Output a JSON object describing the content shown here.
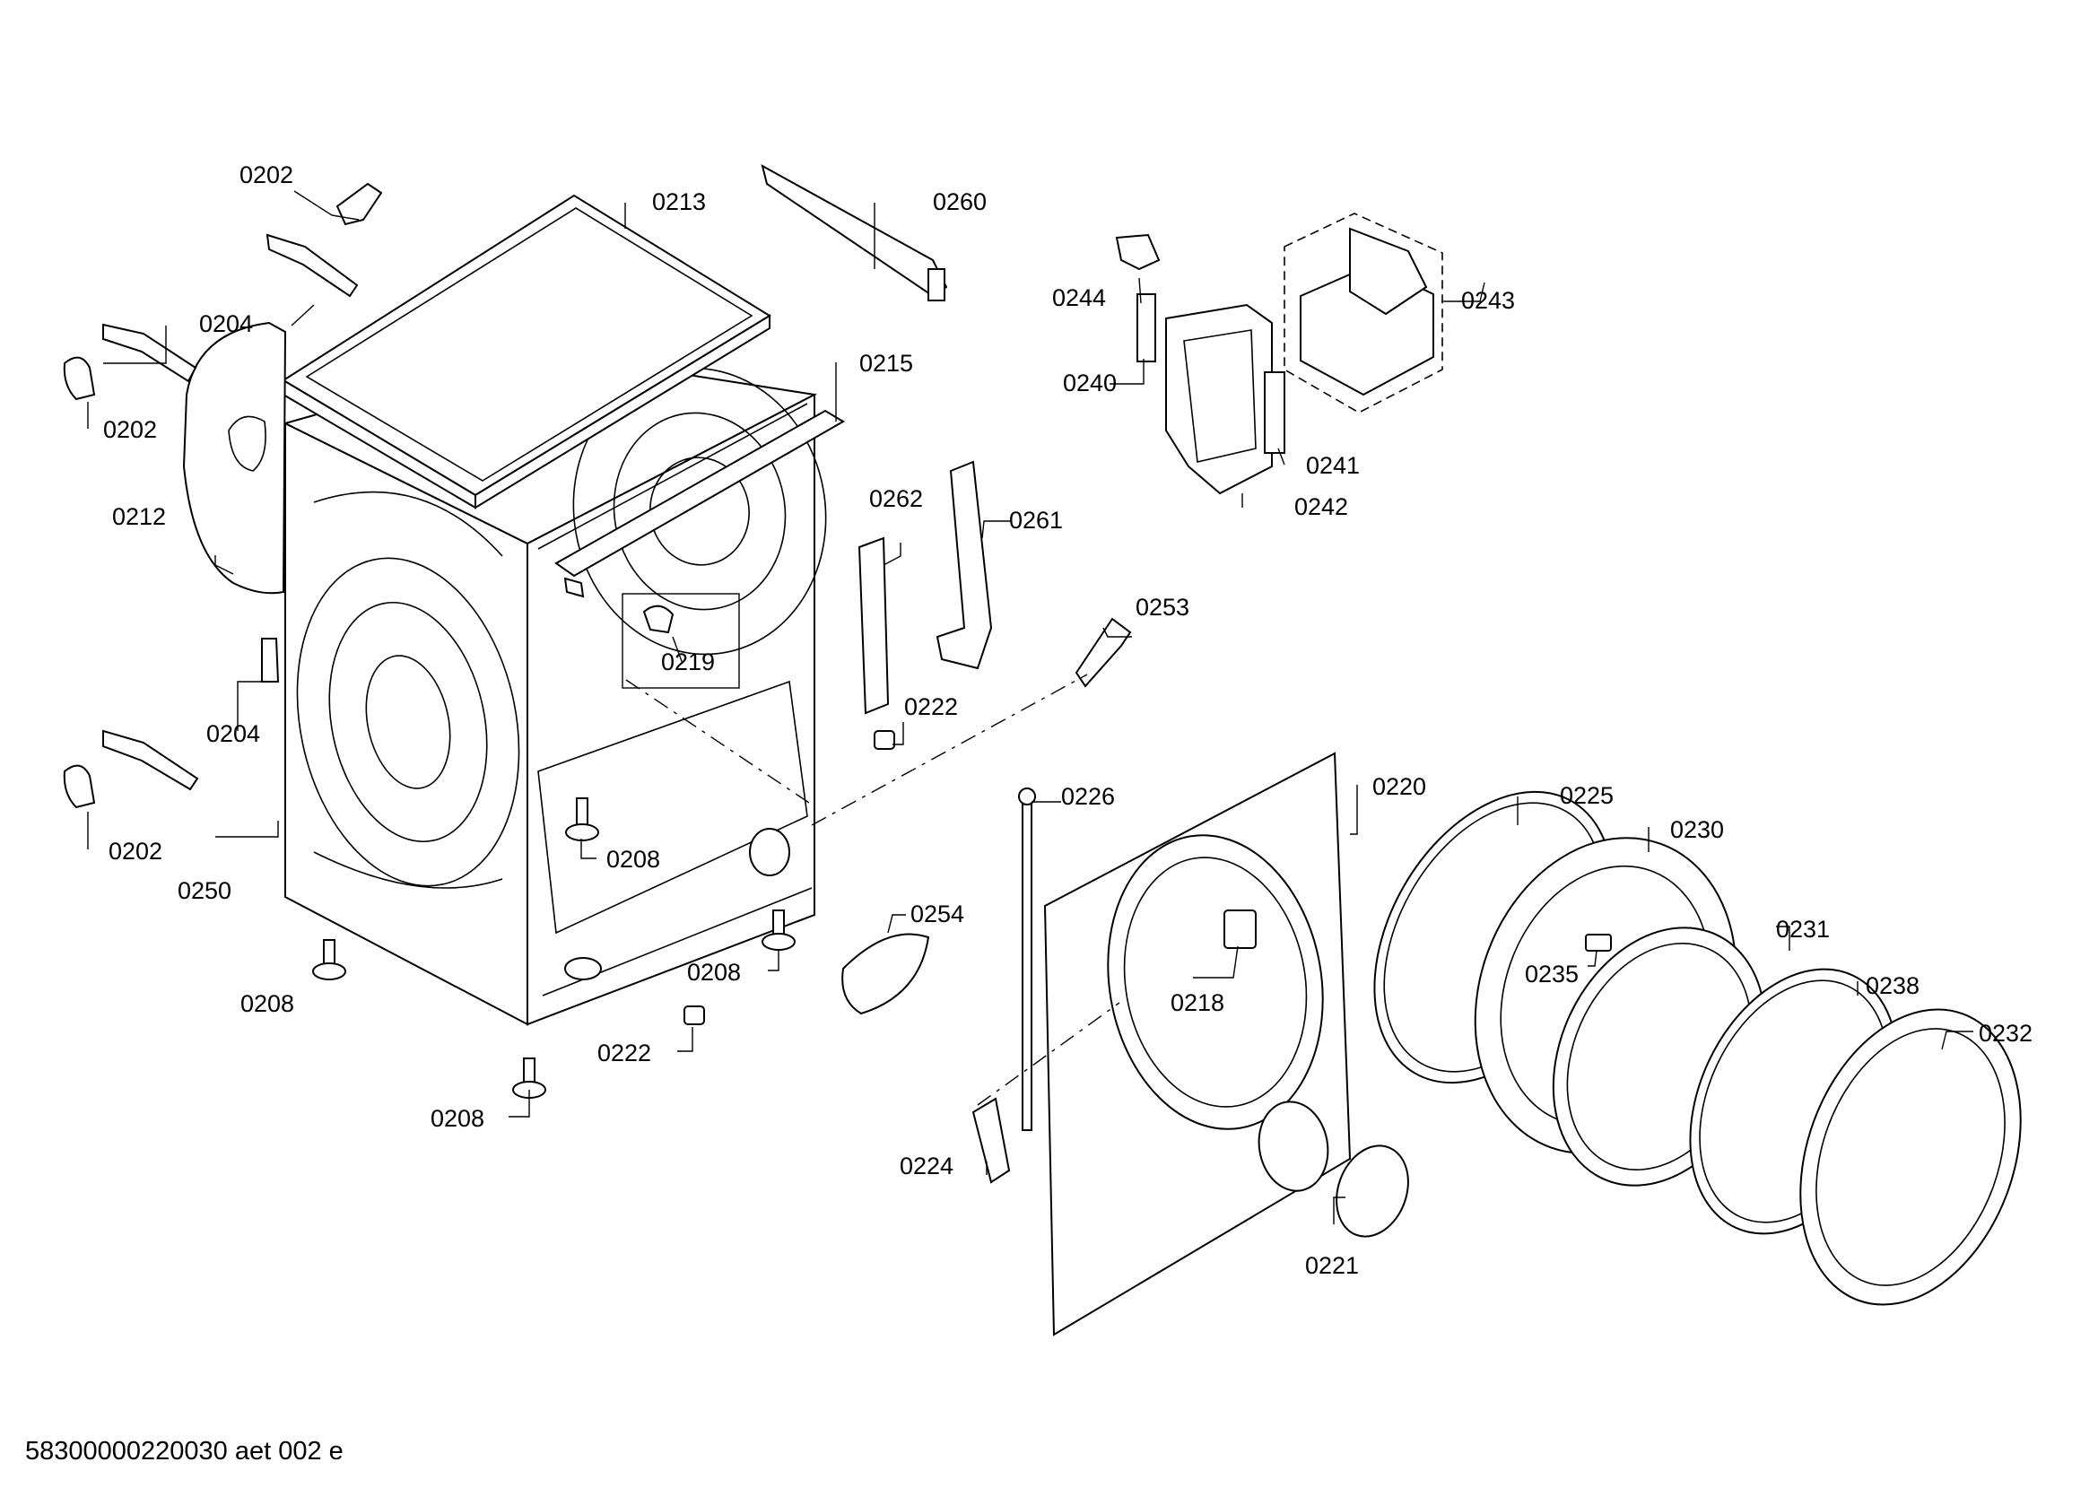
{
  "labels": {
    "l0202a": "0202",
    "l0213": "0213",
    "l0260": "0260",
    "l0204a": "0204",
    "l0202b": "0202",
    "l0215": "0215",
    "l0212": "0212",
    "l0244": "0244",
    "l0240": "0240",
    "l0243": "0243",
    "l0241": "0241",
    "l0242": "0242",
    "l0262": "0262",
    "l0261": "0261",
    "l0219": "0219",
    "l0253": "0253",
    "l0204b": "0204",
    "l0222a": "0222",
    "l0202c": "0202",
    "l0208a": "0208",
    "l0250": "0250",
    "l0226": "0226",
    "l0220": "0220",
    "l0225": "0225",
    "l0230": "0230",
    "l0254": "0254",
    "l0208b": "0208",
    "l0208c": "0208",
    "l0222b": "0222",
    "l0235": "0235",
    "l0231": "0231",
    "l0218": "0218",
    "l0238": "0238",
    "l0232": "0232",
    "l0208d": "0208",
    "l0224": "0224",
    "l0221": "0221"
  },
  "footer": {
    "drawing_id": "58300000220030 aet 002 e"
  }
}
